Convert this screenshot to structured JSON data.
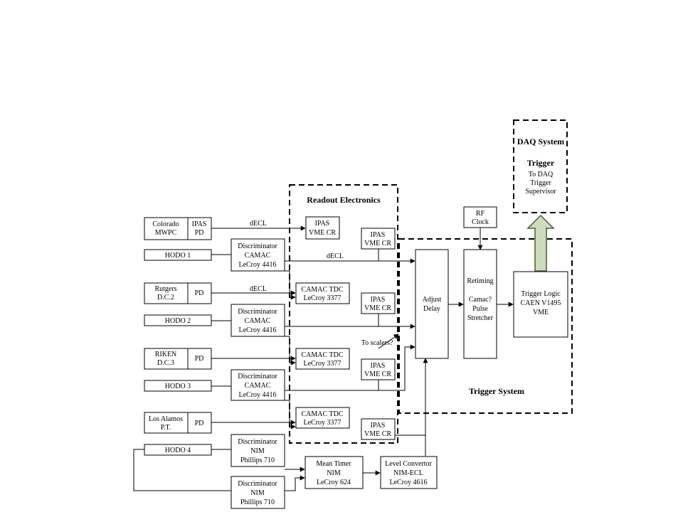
{
  "groups": {
    "daq": {
      "title": "DAQ System",
      "subtitle": "Trigger",
      "lines": [
        "To DAQ",
        "Trigger",
        "Supervisor"
      ]
    },
    "readout": {
      "title": "Readout Electronics"
    },
    "trigger": {
      "title": "Trigger System"
    }
  },
  "detectors": {
    "colorado": {
      "lines": [
        "Colorado",
        "MWPC"
      ],
      "pd": [
        "IPAS",
        "PD"
      ]
    },
    "rutgers": {
      "lines": [
        "Rutgers",
        "D.C.2"
      ],
      "pd": [
        "PD"
      ]
    },
    "riken": {
      "lines": [
        "RIKEN",
        "D.C.3"
      ],
      "pd": [
        "PD"
      ]
    },
    "losalamos": {
      "lines": [
        "Los Alamos",
        "P.T."
      ],
      "pd": [
        "PD"
      ]
    },
    "hodo1": {
      "lines": [
        "HODO 1"
      ]
    },
    "hodo2": {
      "lines": [
        "HODO 2"
      ]
    },
    "hodo3": {
      "lines": [
        "HODO 3"
      ]
    },
    "hodo4": {
      "lines": [
        "HODO 4"
      ]
    }
  },
  "modules": {
    "disc1": {
      "lines": [
        "Discriminator",
        "CAMAC",
        "LeCroy 4416"
      ]
    },
    "disc2": {
      "lines": [
        "Discriminator",
        "CAMAC",
        "LeCroy 4416"
      ]
    },
    "disc3": {
      "lines": [
        "Discriminator",
        "CAMAC",
        "LeCroy 4416"
      ]
    },
    "disc4a": {
      "lines": [
        "Discriminator",
        "NIM",
        "Phillips 710"
      ]
    },
    "disc4b": {
      "lines": [
        "Discriminator",
        "NIM",
        "Phillips 710"
      ]
    },
    "ipasvme": {
      "lines": [
        "IPAS",
        "VME CR"
      ]
    },
    "tdc1": {
      "lines": [
        "CAMAC TDC",
        "LeCroy 3377"
      ]
    },
    "tdc2": {
      "lines": [
        "CAMAC TDC",
        "LeCroy 3377"
      ]
    },
    "tdc3": {
      "lines": [
        "CAMAC TDC",
        "LeCroy 3377"
      ]
    },
    "ipas1": {
      "lines": [
        "IPAS",
        "VME CR"
      ]
    },
    "ipas2": {
      "lines": [
        "IPAS",
        "VME CR"
      ]
    },
    "ipas3": {
      "lines": [
        "IPAS",
        "VME CR"
      ]
    },
    "ipas4": {
      "lines": [
        "IPAS",
        "VME CR"
      ]
    },
    "meantimer": {
      "lines": [
        "Mean Timer",
        "NIM",
        "LeCroy 624"
      ]
    },
    "levelconv": {
      "lines": [
        "Level Convertor",
        "NIM-ECL",
        "LeCroy 4616"
      ]
    },
    "rfclock": {
      "lines": [
        "RF",
        "Clock"
      ]
    },
    "adjust": {
      "lines": [
        "Adjust",
        "Delay"
      ]
    },
    "retiming": {
      "lines": [
        "Retiming",
        "",
        "Camac?",
        "Pulse",
        "Stretcher"
      ]
    },
    "triggerlogic": {
      "lines": [
        "Trigger Logic",
        "CAEN V1495",
        "VME"
      ]
    }
  },
  "labels": {
    "decl1": "dECL",
    "decl2": "dECL",
    "decl3": "dECL",
    "toscalers": "To scalers?"
  },
  "colors": {
    "arrow_fill": "#cfdcbc",
    "arrow_stroke": "#4a5a3a"
  }
}
